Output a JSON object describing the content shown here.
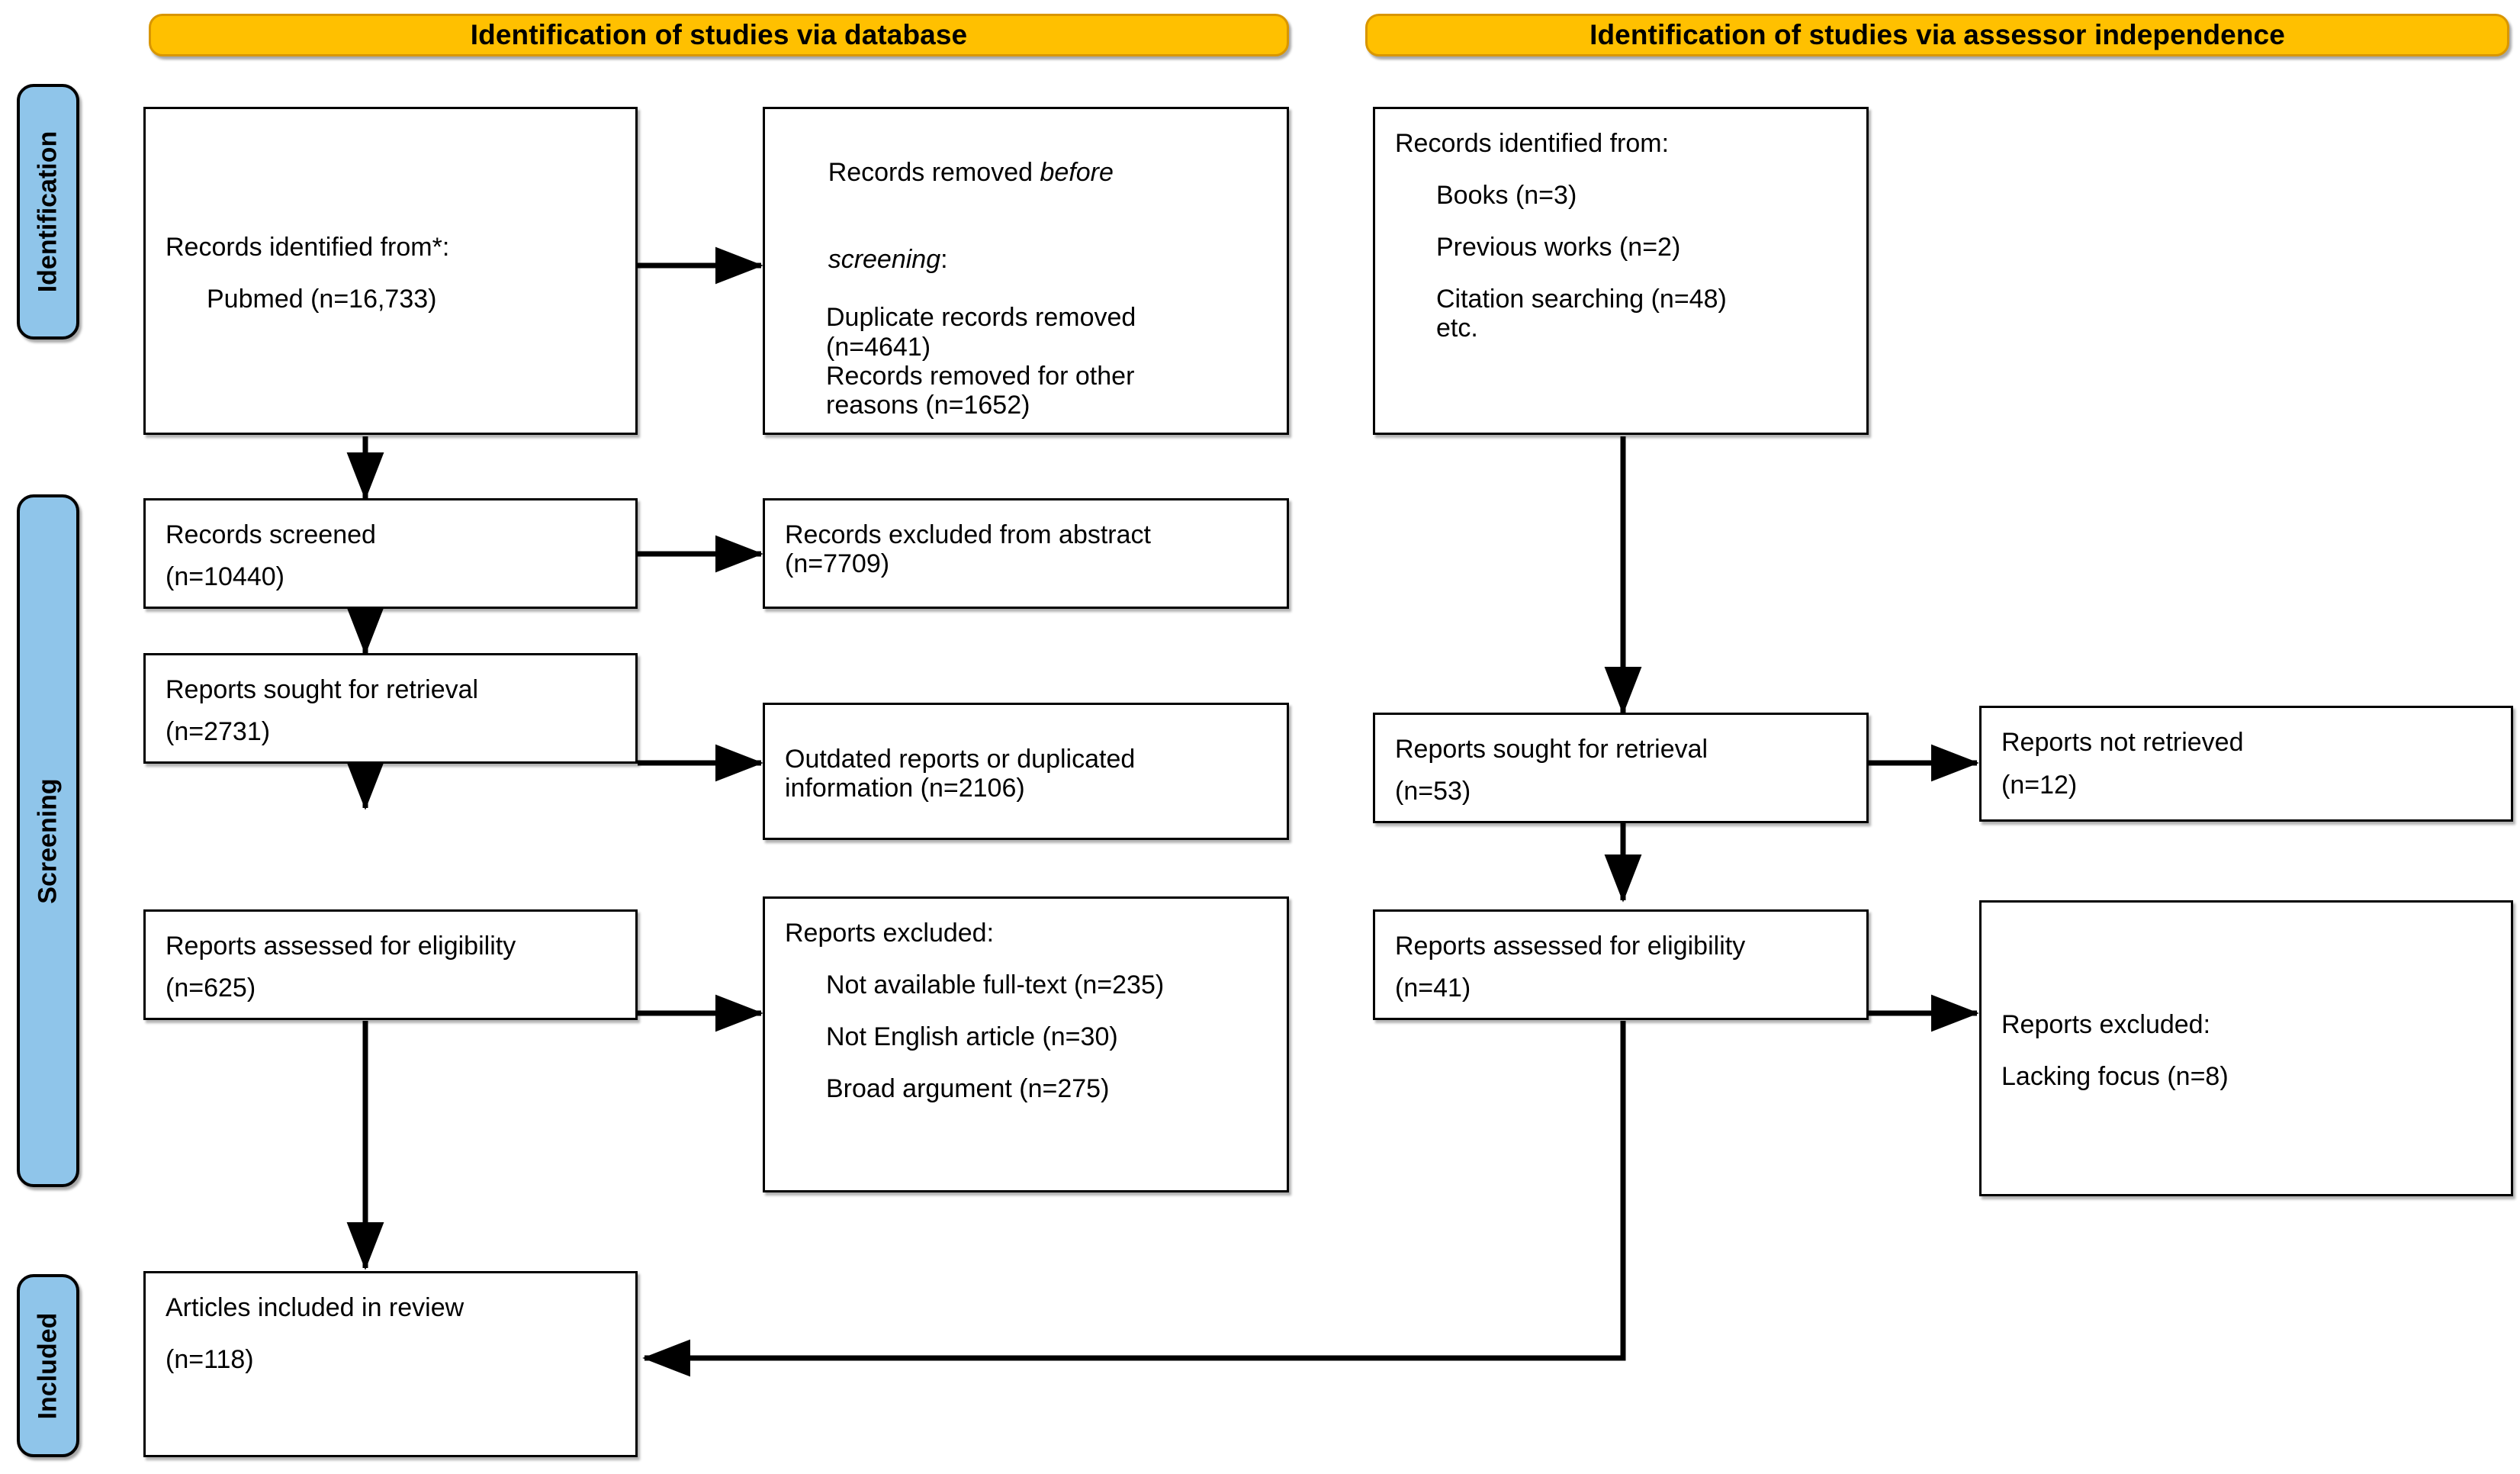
{
  "meta": {
    "title": "PRISMA 2020 flow diagram",
    "colors": {
      "banner_fill": "#FFC000",
      "banner_border": "#D99600",
      "rail_fill": "#8FC5EA",
      "box_border": "#000000",
      "text": "#000000",
      "background": "#FFFFFF"
    }
  },
  "banners": {
    "database": "Identification of studies via database",
    "assessor": "Identification of studies via assessor independence"
  },
  "rails": {
    "identification": "Identification",
    "screening": "Screening",
    "included": "Included"
  },
  "boxes": {
    "records_identified": {
      "line1": "Records identified from*:",
      "line2": "Pubmed (n=16,733)"
    },
    "records_removed": {
      "line1a": "Records removed ",
      "line1b": "before",
      "line2": "screening",
      "line2b": ":",
      "item1a": "Duplicate records removed",
      "item1b": "(n=4641)",
      "item2a": "Records removed for other",
      "item2b": "reasons (n=1652)"
    },
    "records_screened": {
      "line1": "Records screened",
      "line2": "(n=10440)"
    },
    "records_excluded_abstract": {
      "line1": "Records excluded from abstract",
      "line2": "(n=7709)"
    },
    "reports_sought_db": {
      "line1": "Reports sought for retrieval",
      "line2": "(n=2731)"
    },
    "outdated_reports": {
      "line1": "Outdated reports or duplicated",
      "line2": "information (n=2106)"
    },
    "reports_assessed_db": {
      "line1": "Reports assessed for eligibility",
      "line2": "(n=625)"
    },
    "reports_excluded_db": {
      "line1": "Reports excluded:",
      "item1": "Not available full-text (n=235)",
      "item2": "Not English article (n=30)",
      "item3": "Broad argument (n=275)"
    },
    "articles_included": {
      "line1": "Articles included in review",
      "line2": "(n=118)"
    },
    "records_identified_assessor": {
      "line1": "Records identified from:",
      "item1": "Books (n=3)",
      "item2": "Previous works (n=2)",
      "item3a": "Citation searching (n=48)",
      "item3b": "etc."
    },
    "reports_sought_assessor": {
      "line1": "Reports sought for retrieval",
      "line2": "(n=53)"
    },
    "reports_not_retrieved": {
      "line1": "Reports not retrieved",
      "line2": "(n=12)"
    },
    "reports_assessed_assessor": {
      "line1": "Reports assessed for eligibility",
      "line2": "(n=41)"
    },
    "reports_excluded_assessor": {
      "line1": "Reports excluded:",
      "line2": "Lacking focus (n=8)"
    }
  },
  "chart_data": {
    "type": "table",
    "title": "PRISMA 2020 flow diagram",
    "flows": [
      {
        "from": "Records identified from*: Pubmed",
        "n": 16733,
        "stage": "Identification",
        "arm": "database"
      },
      {
        "from": "Duplicate records removed",
        "n": 4641,
        "stage": "Identification",
        "arm": "database"
      },
      {
        "from": "Records removed for other reasons",
        "n": 1652,
        "stage": "Identification",
        "arm": "database"
      },
      {
        "from": "Records screened",
        "n": 10440,
        "stage": "Screening",
        "arm": "database"
      },
      {
        "from": "Records excluded from abstract",
        "n": 7709,
        "stage": "Screening",
        "arm": "database"
      },
      {
        "from": "Reports sought for retrieval",
        "n": 2731,
        "stage": "Screening",
        "arm": "database"
      },
      {
        "from": "Outdated reports or duplicated information",
        "n": 2106,
        "stage": "Screening",
        "arm": "database"
      },
      {
        "from": "Reports assessed for eligibility",
        "n": 625,
        "stage": "Screening",
        "arm": "database"
      },
      {
        "from": "Not available full-text",
        "n": 235,
        "stage": "Screening",
        "arm": "database"
      },
      {
        "from": "Not English article",
        "n": 30,
        "stage": "Screening",
        "arm": "database"
      },
      {
        "from": "Broad argument",
        "n": 275,
        "stage": "Screening",
        "arm": "database"
      },
      {
        "from": "Books",
        "n": 3,
        "stage": "Identification",
        "arm": "assessor"
      },
      {
        "from": "Previous works",
        "n": 2,
        "stage": "Identification",
        "arm": "assessor"
      },
      {
        "from": "Citation searching",
        "n": 48,
        "stage": "Identification",
        "arm": "assessor"
      },
      {
        "from": "Reports sought for retrieval",
        "n": 53,
        "stage": "Screening",
        "arm": "assessor"
      },
      {
        "from": "Reports not retrieved",
        "n": 12,
        "stage": "Screening",
        "arm": "assessor"
      },
      {
        "from": "Reports assessed for eligibility",
        "n": 41,
        "stage": "Screening",
        "arm": "assessor"
      },
      {
        "from": "Lacking focus",
        "n": 8,
        "stage": "Screening",
        "arm": "assessor"
      },
      {
        "from": "Articles included in review",
        "n": 118,
        "stage": "Included",
        "arm": "both"
      }
    ]
  }
}
